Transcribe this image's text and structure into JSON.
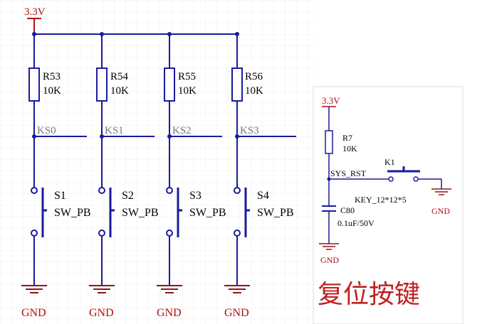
{
  "left_circuit": {
    "power_label": "3.3V",
    "resistors": [
      {
        "ref": "R53",
        "value": "10K"
      },
      {
        "ref": "R54",
        "value": "10K"
      },
      {
        "ref": "R55",
        "value": "10K"
      },
      {
        "ref": "R56",
        "value": "10K"
      }
    ],
    "nets": [
      "KS0",
      "KS1",
      "KS2",
      "KS3"
    ],
    "switches": [
      {
        "ref": "S1",
        "type": "SW_PB"
      },
      {
        "ref": "S2",
        "type": "SW_PB"
      },
      {
        "ref": "S3",
        "type": "SW_PB"
      },
      {
        "ref": "S4",
        "type": "SW_PB"
      }
    ],
    "ground_label": "GND"
  },
  "reset_circuit": {
    "power_label": "3.3V",
    "resistor_ref": "R7",
    "resistor_value": "10K",
    "switch_ref": "K1",
    "switch_type": "KEY_12*12*5",
    "net_label": "SYS_RST",
    "capacitor_ref": "C80",
    "capacitor_value": "0.1uF/50V",
    "ground_label": "GND",
    "caption": "复位按键"
  },
  "colors": {
    "wire": "#1a1a9a",
    "component": "#1a1aa0",
    "ground": "#8b1a1a",
    "power_text": "#b01010",
    "caption": "#c02020"
  }
}
